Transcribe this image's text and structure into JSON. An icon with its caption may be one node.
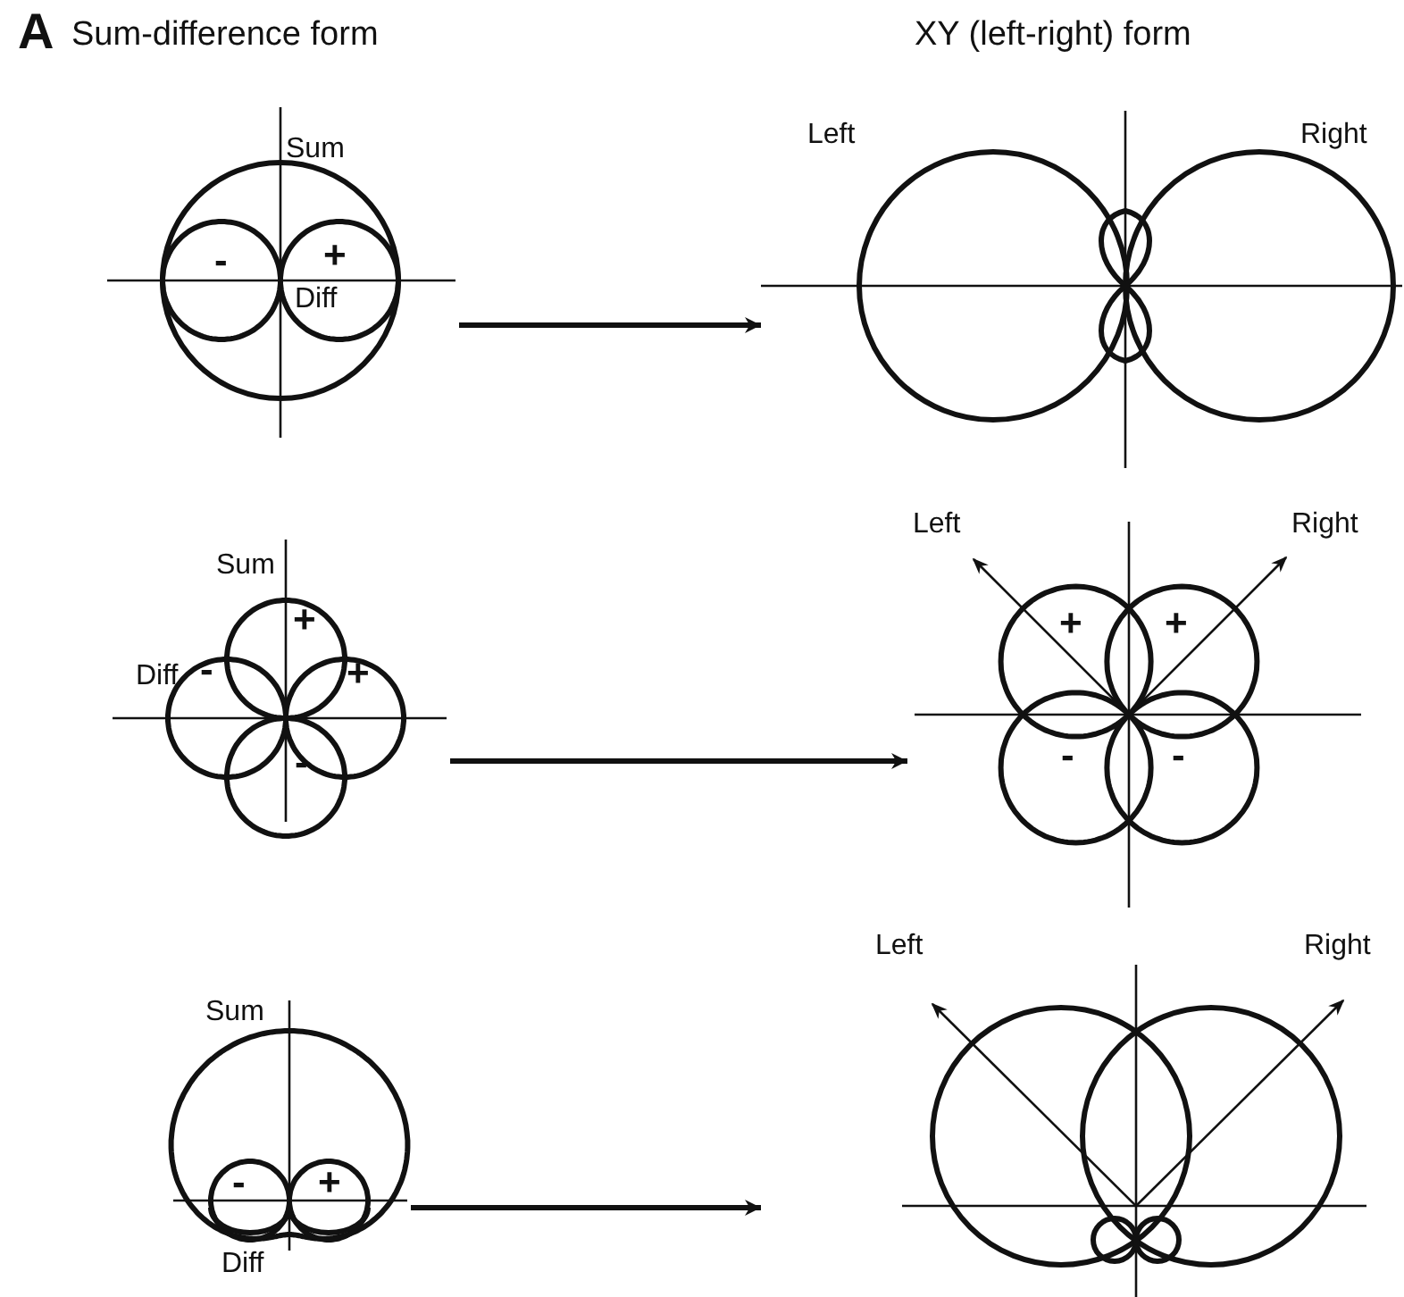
{
  "diagram": {
    "nodes": [
      {
        "text": [
          "Sum",
          "-",
          "+",
          "Diff"
        ]
      },
      {
        "text": [
          "Left",
          "Right"
        ]
      },
      {
        "text": [
          "Sum",
          "+",
          "Diff",
          "-",
          "+",
          "-"
        ]
      },
      {
        "text": [
          "Left",
          "Right",
          "+",
          "+",
          "-",
          "-"
        ]
      },
      {
        "text": [
          "Sum",
          "-",
          "+",
          "Diff"
        ]
      },
      {
        "text": [
          "Left",
          "Right"
        ]
      }
    ],
    "edges": [
      {
        "from": 0,
        "to": 1,
        "arrow": "to"
      },
      {
        "from": 2,
        "to": 3,
        "arrow": "to"
      },
      {
        "from": 4,
        "to": 5,
        "arrow": "to"
      }
    ],
    "labels": [
      "A",
      "Sum-difference form",
      "XY (left-right) form"
    ]
  }
}
